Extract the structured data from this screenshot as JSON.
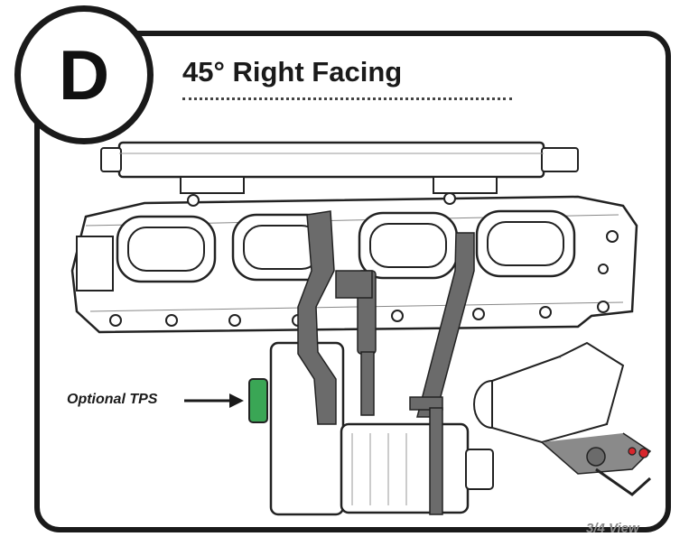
{
  "badge": {
    "letter": "D"
  },
  "header": {
    "title": "45° Right Facing"
  },
  "callout": {
    "label": "Optional TPS"
  },
  "footer": {
    "view_label": "3/4 View"
  },
  "colors": {
    "frame": "#1a1a1a",
    "linkage": "#6b6b6b",
    "tps": "#3aa655",
    "fasteners": "#d8262c",
    "view_label": "#8a8a8a"
  }
}
